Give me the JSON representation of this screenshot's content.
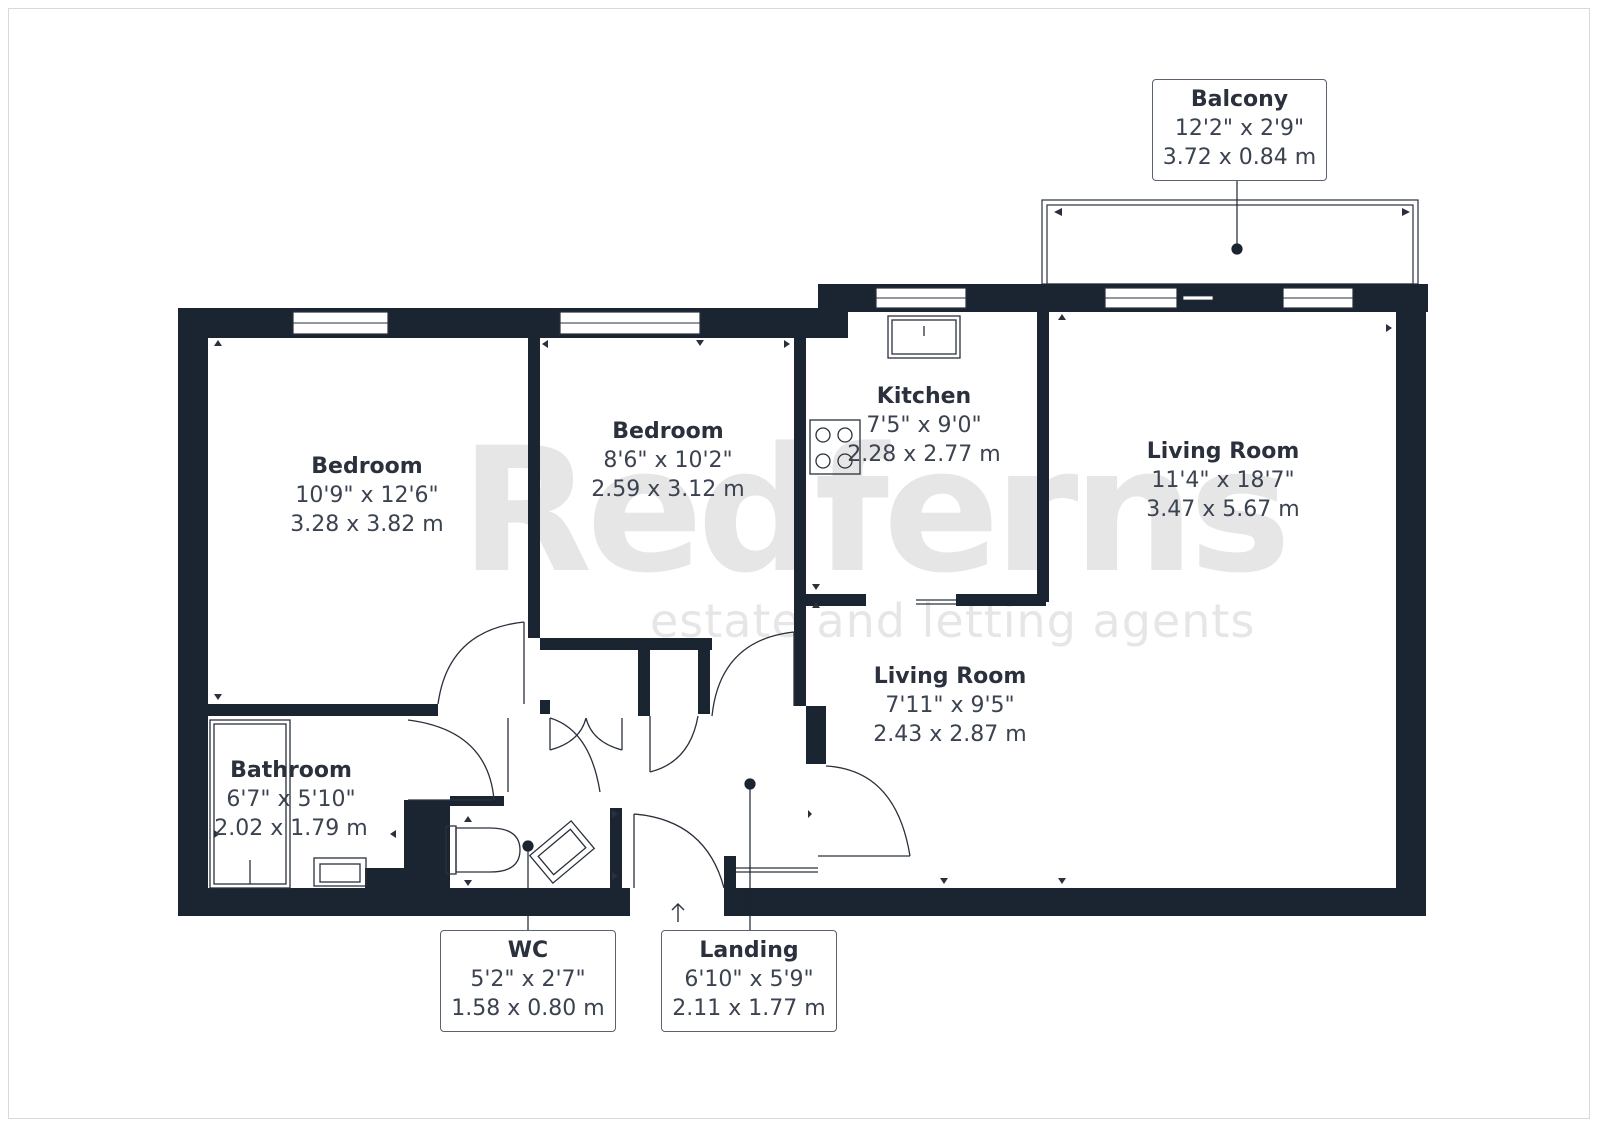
{
  "watermark": {
    "brand": "Redferns",
    "tagline": "estate and letting agents"
  },
  "rooms": [
    {
      "name": "Bedroom",
      "imperial": "10'9\" x 12'6\"",
      "metric": "3.28 x 3.82 m"
    },
    {
      "name": "Bedroom",
      "imperial": "8'6\" x 10'2\"",
      "metric": "2.59 x 3.12 m"
    },
    {
      "name": "Kitchen",
      "imperial": "7'5\" x 9'0\"",
      "metric": "2.28 x 2.77 m"
    },
    {
      "name": "Living Room",
      "imperial": "11'4\" x 18'7\"",
      "metric": "3.47 x 5.67 m"
    },
    {
      "name": "Living Room",
      "imperial": "7'11\" x 9'5\"",
      "metric": "2.43 x 2.87 m"
    },
    {
      "name": "Bathroom",
      "imperial": "6'7\" x 5'10\"",
      "metric": "2.02 x 1.79 m"
    }
  ],
  "callouts": [
    {
      "name": "Balcony",
      "imperial": "12'2\" x 2'9\"",
      "metric": "3.72 x 0.84 m"
    },
    {
      "name": "WC",
      "imperial": "5'2\" x 2'7\"",
      "metric": "1.58 x 0.80 m"
    },
    {
      "name": "Landing",
      "imperial": "6'10\" x 5'9\"",
      "metric": "2.11 x 1.77 m"
    }
  ],
  "colors": {
    "wall": "#1b2431",
    "line": "#2a303c",
    "watermark": "#e6e6e6",
    "callout_border": "#5a6270"
  }
}
